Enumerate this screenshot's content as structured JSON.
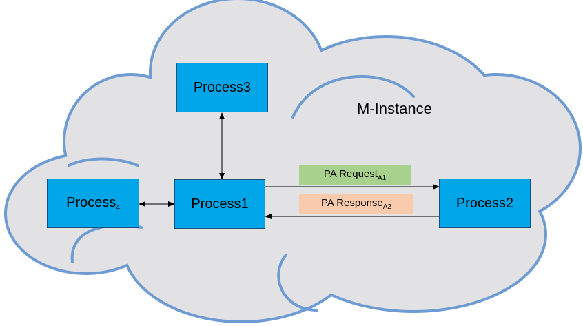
{
  "diagram": {
    "title": "M-Instance",
    "processes": {
      "p1": {
        "label": "Process1"
      },
      "p2": {
        "label": "Process2"
      },
      "p3": {
        "label": "Process3"
      },
      "p4": {
        "label": "Process",
        "sub": "4"
      }
    },
    "messages": {
      "request": {
        "label": "PA Request",
        "sub": "A1",
        "color": "#a9d18e"
      },
      "response": {
        "label": "PA Response",
        "sub": "A2",
        "color": "#f8cbad"
      }
    },
    "colors": {
      "process_fill": "#00a6e8",
      "cloud_fill": "#e2e2e4",
      "cloud_stroke": "#6d9bd2"
    }
  }
}
